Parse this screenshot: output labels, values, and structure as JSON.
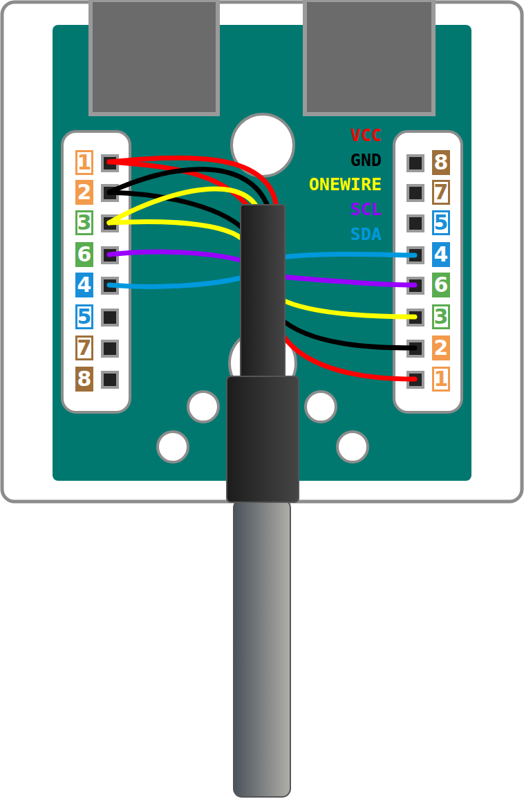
{
  "diagram": {
    "labels": [
      "1",
      "2",
      "3",
      "6",
      "4",
      "5",
      "7",
      "8",
      "8",
      "7",
      "5",
      "4",
      "6",
      "3",
      "2",
      "1"
    ],
    "legend": [
      {
        "text": "VCC",
        "color": "#ff0000"
      },
      {
        "text": "GND",
        "color": "#000000"
      },
      {
        "text": "ONEWIRE",
        "color": "#ffff00"
      },
      {
        "text": "SCL",
        "color": "#9900ff"
      },
      {
        "text": "SDA",
        "color": "#0099dd"
      }
    ]
  }
}
